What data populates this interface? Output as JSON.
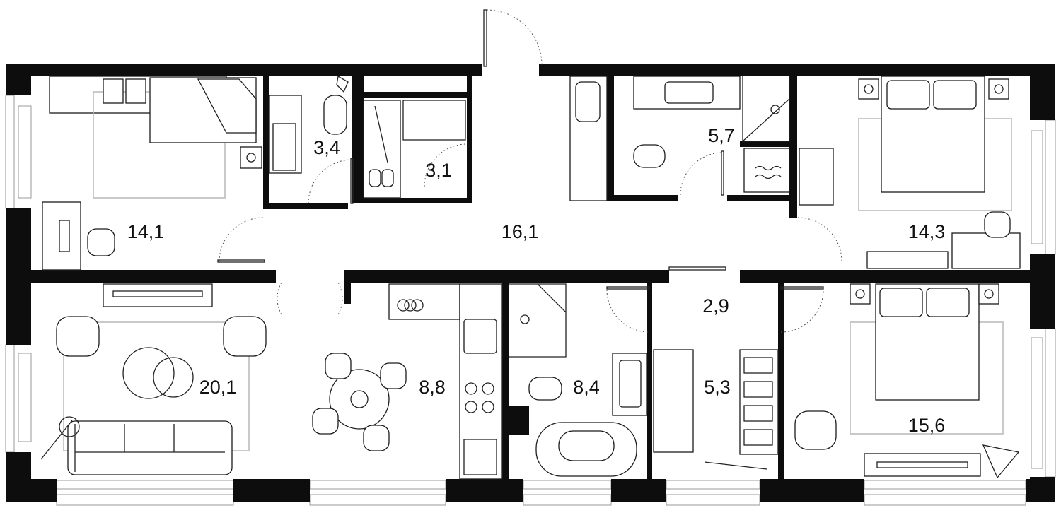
{
  "plan": {
    "rooms": [
      {
        "id": "bedroom-left",
        "area": "14,1"
      },
      {
        "id": "bathroom-small",
        "area": "3,4"
      },
      {
        "id": "storage-closet",
        "area": "3,1"
      },
      {
        "id": "hallway",
        "area": "16,1"
      },
      {
        "id": "bathroom-upper",
        "area": "5,7"
      },
      {
        "id": "bedroom-upper-right",
        "area": "14,3"
      },
      {
        "id": "living-room",
        "area": "20,1"
      },
      {
        "id": "kitchen",
        "area": "8,8"
      },
      {
        "id": "bathroom-lower",
        "area": "8,4"
      },
      {
        "id": "small-hall",
        "area": "2,9"
      },
      {
        "id": "dressing-room",
        "area": "5,3"
      },
      {
        "id": "bedroom-lower-right",
        "area": "15,6"
      }
    ]
  }
}
